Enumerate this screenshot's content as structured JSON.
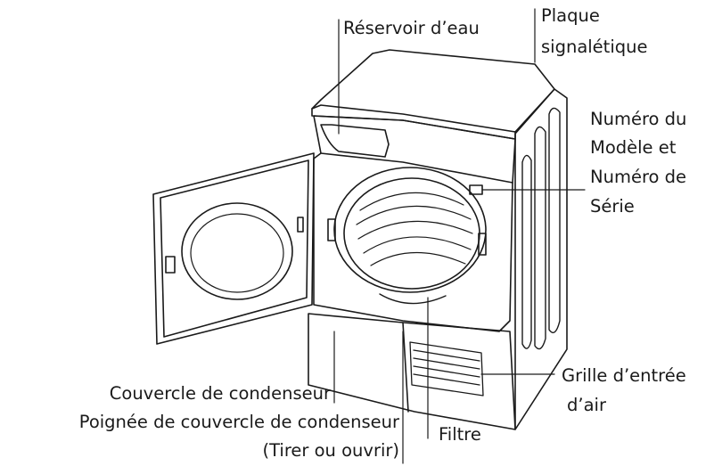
{
  "labels": {
    "reservoir": "Réservoir d’eau",
    "plaque_1": "Plaque",
    "plaque_2": "signalétique",
    "modele_1": "Numéro du",
    "modele_2": "Modèle et",
    "modele_3": "Numéro de",
    "modele_4": "Série",
    "grille_1": "Grille d’entrée",
    "grille_2": "d’air",
    "couvercle": "Couvercle de condenseur",
    "poignee_1": "Poignée de couvercle de condenseur",
    "poignee_2": "(Tirer ou ouvrir)",
    "filtre": "Filtre"
  },
  "colors": {
    "ink": "#1a1a1a",
    "background": "#ffffff"
  }
}
